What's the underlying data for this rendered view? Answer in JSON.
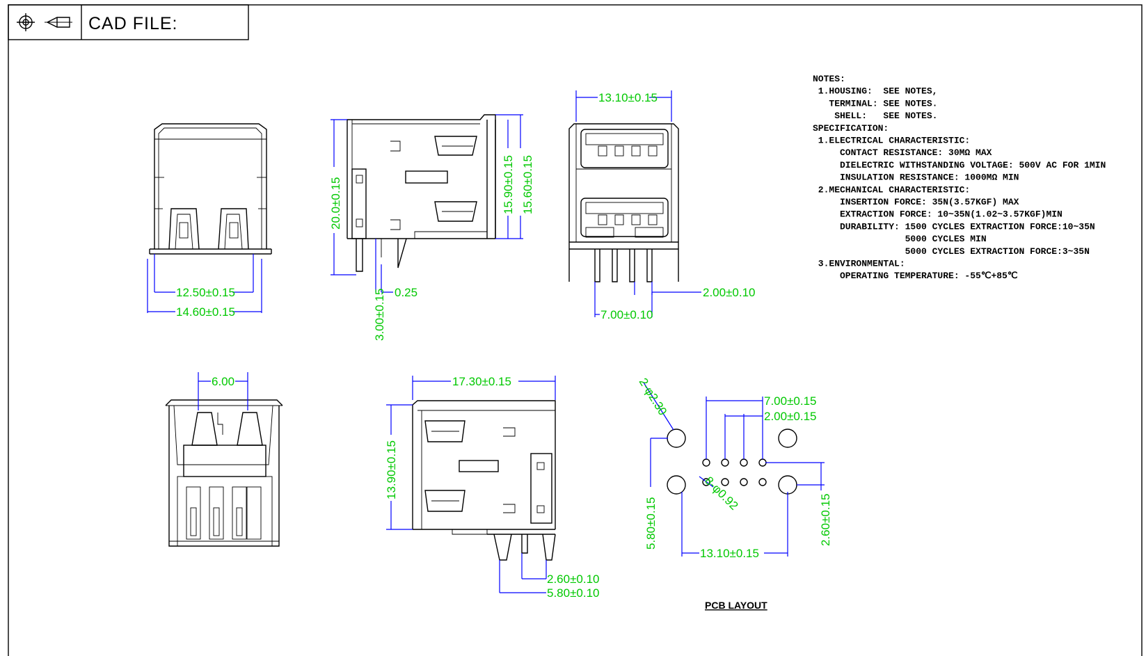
{
  "title_block": {
    "cad_label": "CAD FILE:",
    "symbols": [
      "projection-symbol-icon",
      "cone-symbol-icon"
    ]
  },
  "notes": {
    "lines": [
      "NOTES:",
      " 1.HOUSING:  SEE NOTES,",
      "   TERMINAL: SEE NOTES.",
      "    SHELL:   SEE NOTES.",
      "SPECIFICATION:",
      " 1.ELECTRICAL CHARACTERISTIC:",
      "     CONTACT RESISTANCE: 30MΩ MAX",
      "     DIELECTRIC WITHSTANDING VOLTAGE: 500V AC FOR 1MIN",
      "     INSULATION RESISTANCE: 1000MΩ MIN",
      " 2.MECHANICAL CHARACTERISTIC:",
      "     INSERTION FORCE: 35N(3.57KGF) MAX",
      "     EXTRACTION FORCE: 10~35N(1.02~3.57KGF)MIN",
      "     DURABILITY: 1500 CYCLES EXTRACTION FORCE:10~35N",
      "                 5000 CYCLES MIN",
      "                 5000 CYCLES EXTRACTION FORCE:3~35N",
      " 3.ENVIRONMENTAL:",
      "     OPERATING TEMPERATURE: -55℃+85℃"
    ]
  },
  "dimensions": {
    "front_inner_width": "12.50±0.15",
    "front_outer_width": "14.60±0.15",
    "side_height": "20.0±0.15",
    "side_h1": "15.90±0.15",
    "side_h2": "15.60±0.15",
    "pin_len": "3.00±0.15",
    "pin_thk": "0.25",
    "end_width": "13.10±0.15",
    "pin_pitch": "2.00±0.10",
    "pin_span": "7.00±0.10",
    "bottom_slot": "6.00",
    "bottom_depth": "17.30±0.15",
    "bottom_height": "13.90±0.15",
    "bottom_p1": "2.60±0.10",
    "bottom_p2": "5.80±0.10",
    "pcb_holes_big": "2-φ2.30",
    "pcb_holes_small": "8-φ0.92",
    "pcb_span": "7.00±0.15",
    "pcb_pitch": "2.00±0.15",
    "pcb_row_gap": "2.60±0.15",
    "pcb_height": "5.80±0.15",
    "pcb_width": "13.10±0.15"
  },
  "pcb_layout_label": "PCB LAYOUT"
}
